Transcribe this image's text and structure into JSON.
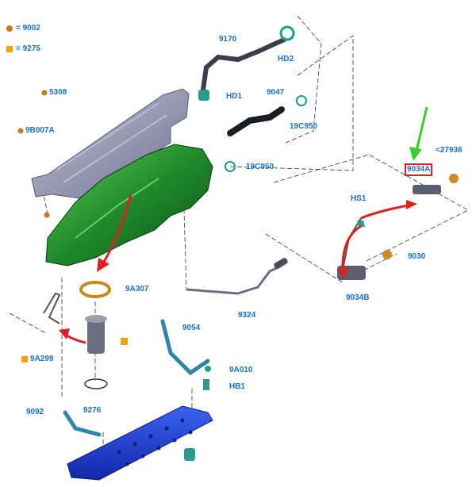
{
  "legend": {
    "dot_label": "= 9002",
    "square_label": "= 9275"
  },
  "labels": {
    "l9170": "9170",
    "hd2": "HD2",
    "hd1": "HD1",
    "l9047": "9047",
    "l19c950_top": "19C950",
    "l19c950_mid": "19C950",
    "l5308": "5308",
    "l9b007a": "9B007A",
    "l27936": "<27936",
    "l9034a": "9034A",
    "hs1": "HS1",
    "l9030": "9030",
    "l9034b": "9034B",
    "l9a307": "9A307",
    "l9324": "9324",
    "l9054": "9054",
    "l9a299": "9A299",
    "l9a010": "9A010",
    "hb1": "HB1",
    "l9276": "9276",
    "l9092": "9092"
  },
  "colors": {
    "label_blue": "#1a6fd1",
    "tank_green": "#1f8a2b",
    "shield_gray": "#8c8ea6",
    "skid_blue": "#1a3fd6",
    "strap_teal": "#2e86a8",
    "arrow_red": "#e02020",
    "arrow_green": "#35d12a",
    "marker_orange": "#c67a1f",
    "marker_yellow": "#f5a300"
  }
}
